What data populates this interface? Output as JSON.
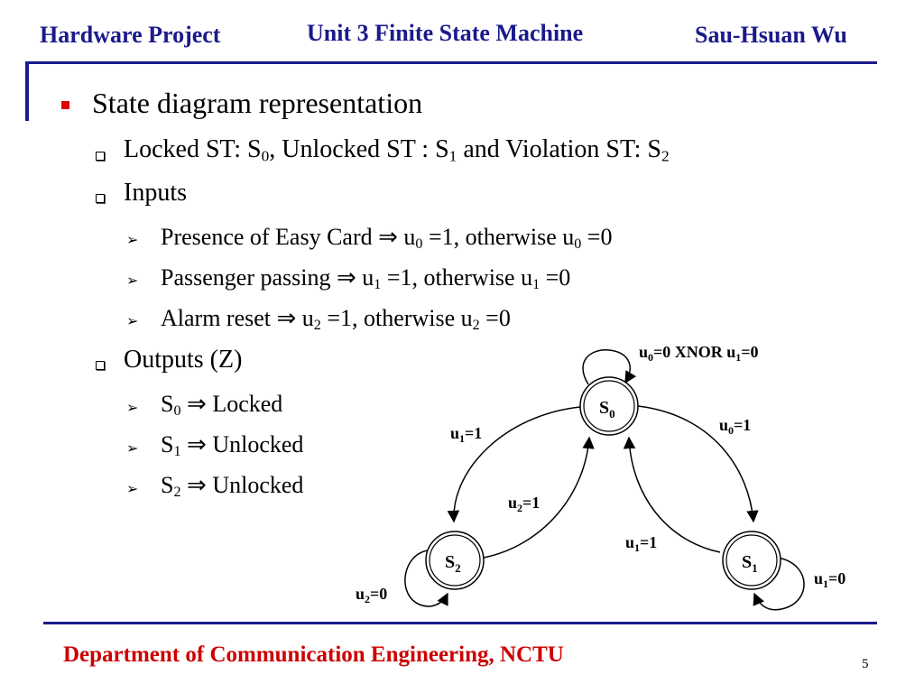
{
  "header": {
    "left": "Hardware Project",
    "center": "Unit 3 Finite State Machine",
    "right": "Sau-Hsuan Wu"
  },
  "content": {
    "heading": "State diagram representation",
    "states_line": {
      "a": "Locked ST: S",
      "a_sub": "0",
      "b": ", Unlocked ST : S",
      "b_sub": "1",
      "c": " and Violation ST: S",
      "c_sub": "2"
    },
    "inputs_title": "Inputs",
    "inputs": [
      {
        "pre": "Presence of Easy Card ⇒ u",
        "sub1": "0",
        "mid": " =1, otherwise u",
        "sub2": "0",
        "post": " =0"
      },
      {
        "pre": "Passenger passing ⇒ u",
        "sub1": "1",
        "mid": " =1, otherwise u",
        "sub2": "1",
        "post": " =0"
      },
      {
        "pre": "Alarm reset ⇒ u",
        "sub1": "2",
        "mid": " =1, otherwise u",
        "sub2": "2",
        "post": " =0"
      }
    ],
    "outputs_title": "Outputs (Z)",
    "outputs": [
      {
        "pre": "S",
        "sub": "0",
        "post": " ⇒ Locked"
      },
      {
        "pre": "S",
        "sub": "1",
        "post": " ⇒ Unlocked"
      },
      {
        "pre": "S",
        "sub": "2",
        "post": " ⇒ Unlocked"
      }
    ]
  },
  "diagram": {
    "states": [
      {
        "label": "S",
        "sub": "0"
      },
      {
        "label": "S",
        "sub": "1"
      },
      {
        "label": "S",
        "sub": "2"
      }
    ],
    "edge_labels": {
      "s0_self": {
        "a": "u",
        "a_sub": "0",
        "b": "=0 XNOR u",
        "b_sub": "1",
        "c": "=0"
      },
      "s0_to_s1": {
        "a": "u",
        "a_sub": "0",
        "b": "=1"
      },
      "s0_to_s2": {
        "a": "u",
        "a_sub": "1",
        "b": "=1"
      },
      "s2_to_s0": {
        "a": "u",
        "a_sub": "2",
        "b": "=1"
      },
      "s1_to_s0": {
        "a": "u",
        "a_sub": "1",
        "b": "=1"
      },
      "s1_self": {
        "a": "u",
        "a_sub": "1",
        "b": "=0"
      },
      "s2_self": {
        "a": "u",
        "a_sub": "2",
        "b": "=0"
      }
    },
    "colors": {
      "edge": "#000000",
      "node_fill": "#ffffff"
    }
  },
  "footer": {
    "department": "Department of Communication Engineering, NCTU",
    "page": "5"
  }
}
